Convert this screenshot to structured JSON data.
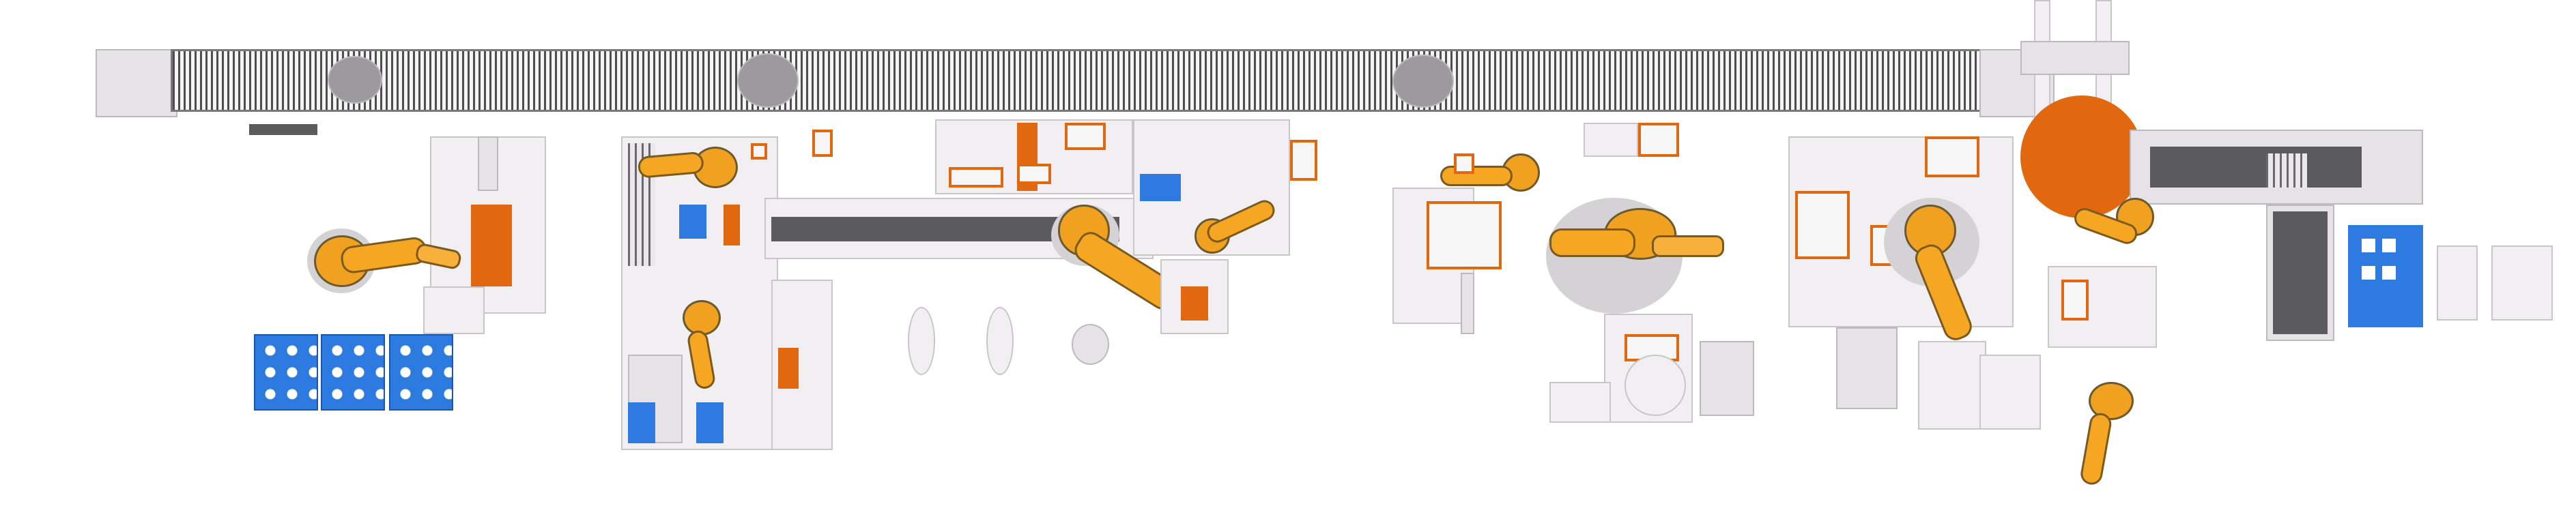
{
  "canvas": {
    "background": "#ffffff"
  },
  "colors": {
    "safety_orange": "#e2680f",
    "robot_yellow": "#f5a623",
    "pallet_blue": "#2d7be0",
    "floor_plate": "#e6e3e6",
    "machine_dark": "#5b5b5e"
  },
  "layout_title": "",
  "icons": {
    "conveyor": "conveyor-belt",
    "robot": "industrial-robot-arm",
    "turntable": "rotary-turntable",
    "pallet": "blue-parts-pallet",
    "cabinet": "electrical-cabinet"
  }
}
